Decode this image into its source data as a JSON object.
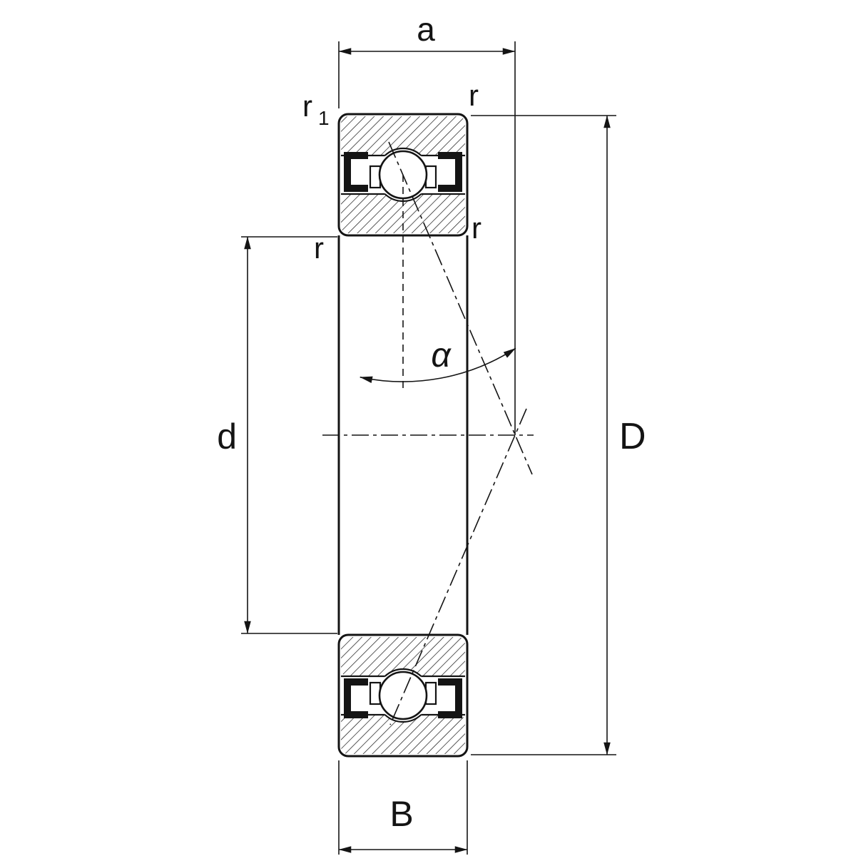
{
  "diagram": {
    "subject": "Angular contact ball bearing cross-section dimension drawing",
    "background_color": "#ffffff",
    "line_color": "#141414",
    "labels": {
      "width_a": "a",
      "corner_r1_base": "r",
      "corner_r1_sub": "1",
      "corner_r_top_right": "r",
      "corner_r_inner_left": "r",
      "corner_r_inner_right": "r",
      "contact_angle": "α",
      "bore_d": "d",
      "outer_D": "D",
      "width_B": "B"
    }
  }
}
